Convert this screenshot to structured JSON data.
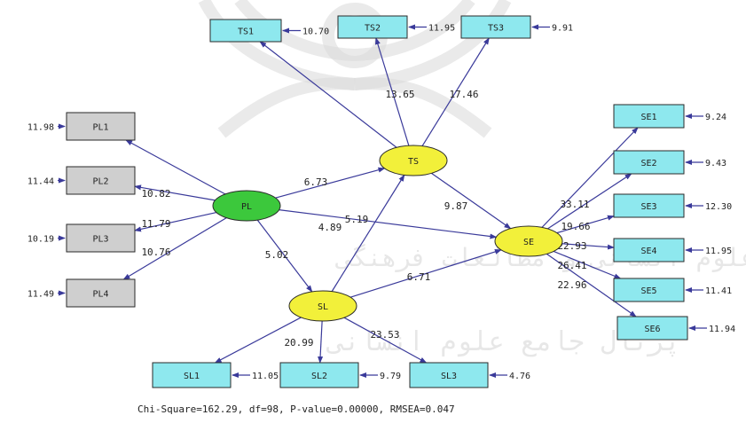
{
  "colors": {
    "ts_box": "#8ee8ee",
    "se_box": "#8ee8ee",
    "sl_box": "#8ee8ee",
    "pl_box": "#cfcfcf",
    "pl_latent": "#3cc83c",
    "latent_yellow": "#f2f03a",
    "arrow": "#3a3a9a",
    "text": "#222222"
  },
  "latents": [
    {
      "id": "PL",
      "label": "PL",
      "color": "pl_latent"
    },
    {
      "id": "TS",
      "label": "TS",
      "color": "latent_yellow"
    },
    {
      "id": "SL",
      "label": "SL",
      "color": "latent_yellow"
    },
    {
      "id": "SE",
      "label": "SE",
      "color": "latent_yellow"
    }
  ],
  "indicators": [
    {
      "id": "TS1",
      "label": "TS1",
      "error": "10.70",
      "latent": "TS",
      "loading": "13.65"
    },
    {
      "id": "TS2",
      "label": "TS2",
      "error": "11.95",
      "latent": "TS",
      "loading": ""
    },
    {
      "id": "TS3",
      "label": "TS3",
      "error": "9.91",
      "latent": "TS",
      "loading": "17.46"
    },
    {
      "id": "PL1",
      "label": "PL1",
      "error": "11.98",
      "latent": "PL",
      "loading": ""
    },
    {
      "id": "PL2",
      "label": "PL2",
      "error": "11.44",
      "latent": "PL",
      "loading": "10.82"
    },
    {
      "id": "PL3",
      "label": "PL3",
      "error": "10.19",
      "latent": "PL",
      "loading": "11.79"
    },
    {
      "id": "PL4",
      "label": "PL4",
      "error": "11.49",
      "latent": "PL",
      "loading": "10.76"
    },
    {
      "id": "SE1",
      "label": "SE1",
      "error": "9.24",
      "latent": "SE",
      "loading": ""
    },
    {
      "id": "SE2",
      "label": "SE2",
      "error": "9.43",
      "latent": "SE",
      "loading": "33.11"
    },
    {
      "id": "SE3",
      "label": "SE3",
      "error": "12.30",
      "latent": "SE",
      "loading": "19.66"
    },
    {
      "id": "SE4",
      "label": "SE4",
      "error": "11.95",
      "latent": "SE",
      "loading": "22.93"
    },
    {
      "id": "SE5",
      "label": "SE5",
      "error": "11.41",
      "latent": "SE",
      "loading": "26.41"
    },
    {
      "id": "SE6",
      "label": "SE6",
      "error": "11.94",
      "latent": "SE",
      "loading": "22.96"
    },
    {
      "id": "SL1",
      "label": "SL1",
      "error": "11.05",
      "latent": "SL",
      "loading": ""
    },
    {
      "id": "SL2",
      "label": "SL2",
      "error": "9.79",
      "latent": "SL",
      "loading": "20.99"
    },
    {
      "id": "SL3",
      "label": "SL3",
      "error": "4.76",
      "latent": "SL",
      "loading": "23.53"
    }
  ],
  "paths": [
    {
      "from": "PL",
      "to": "TS",
      "value": "6.73"
    },
    {
      "from": "PL",
      "to": "SE",
      "value": "5.19"
    },
    {
      "from": "PL",
      "to": "SL",
      "value": "5.02"
    },
    {
      "from": "SL",
      "to": "TS",
      "value": "4.89"
    },
    {
      "from": "TS",
      "to": "SE",
      "value": "9.87"
    },
    {
      "from": "SL",
      "to": "SE",
      "value": "6.71"
    }
  ],
  "fit_statistics": "Chi-Square=162.29, df=98, P-value=0.00000, RMSEA=0.047"
}
